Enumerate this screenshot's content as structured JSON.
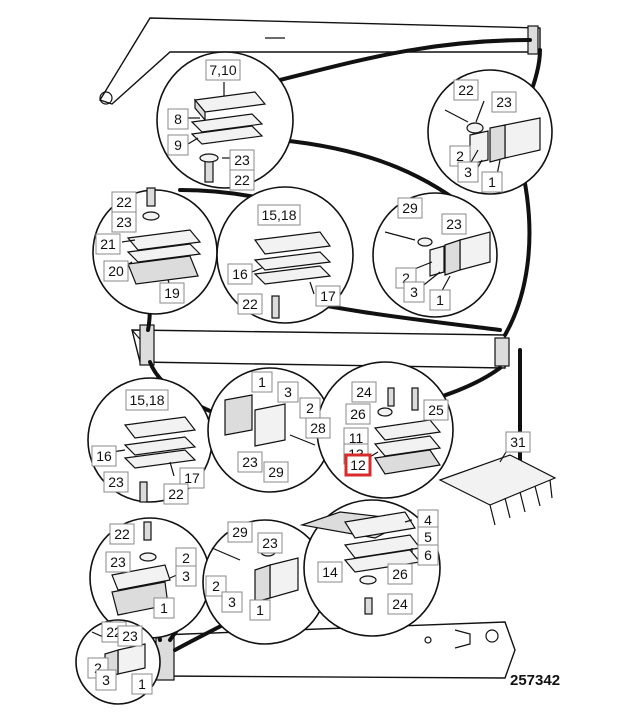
{
  "reference_code": "257342",
  "highlight_color": "#d92b2b",
  "callouts": [
    {
      "id": "c1",
      "text": "7,10"
    },
    {
      "id": "c2",
      "text": "8"
    },
    {
      "id": "c3",
      "text": "9"
    },
    {
      "id": "c4",
      "text": "23"
    },
    {
      "id": "c5",
      "text": "22"
    },
    {
      "id": "c6",
      "text": "22"
    },
    {
      "id": "c7",
      "text": "23"
    },
    {
      "id": "c8",
      "text": "2"
    },
    {
      "id": "c9",
      "text": "3"
    },
    {
      "id": "c10",
      "text": "1"
    },
    {
      "id": "c11",
      "text": "22"
    },
    {
      "id": "c12",
      "text": "23"
    },
    {
      "id": "c13",
      "text": "21"
    },
    {
      "id": "c14",
      "text": "20"
    },
    {
      "id": "c15",
      "text": "19"
    },
    {
      "id": "c16",
      "text": "15,18"
    },
    {
      "id": "c17",
      "text": "16"
    },
    {
      "id": "c18",
      "text": "22"
    },
    {
      "id": "c19",
      "text": "17"
    },
    {
      "id": "c20",
      "text": "29"
    },
    {
      "id": "c21",
      "text": "23"
    },
    {
      "id": "c22",
      "text": "2"
    },
    {
      "id": "c23",
      "text": "3"
    },
    {
      "id": "c24",
      "text": "1"
    },
    {
      "id": "c25",
      "text": "15,18"
    },
    {
      "id": "c26",
      "text": "16"
    },
    {
      "id": "c27",
      "text": "23"
    },
    {
      "id": "c28",
      "text": "17"
    },
    {
      "id": "c29",
      "text": "22"
    },
    {
      "id": "c30",
      "text": "1"
    },
    {
      "id": "c31",
      "text": "3"
    },
    {
      "id": "c32",
      "text": "2"
    },
    {
      "id": "c33",
      "text": "28"
    },
    {
      "id": "c34",
      "text": "23"
    },
    {
      "id": "c35",
      "text": "29"
    },
    {
      "id": "c36",
      "text": "24"
    },
    {
      "id": "c37",
      "text": "26"
    },
    {
      "id": "c38",
      "text": "25"
    },
    {
      "id": "c39",
      "text": "11"
    },
    {
      "id": "c40",
      "text": "13"
    },
    {
      "id": "c41",
      "text": "12"
    },
    {
      "id": "c42",
      "text": "31"
    },
    {
      "id": "c43",
      "text": "22"
    },
    {
      "id": "c44",
      "text": "23"
    },
    {
      "id": "c45",
      "text": "2"
    },
    {
      "id": "c46",
      "text": "3"
    },
    {
      "id": "c47",
      "text": "1"
    },
    {
      "id": "c48",
      "text": "29"
    },
    {
      "id": "c49",
      "text": "23"
    },
    {
      "id": "c50",
      "text": "2"
    },
    {
      "id": "c51",
      "text": "3"
    },
    {
      "id": "c52",
      "text": "1"
    },
    {
      "id": "c53",
      "text": "4"
    },
    {
      "id": "c54",
      "text": "5"
    },
    {
      "id": "c55",
      "text": "6"
    },
    {
      "id": "c56",
      "text": "14"
    },
    {
      "id": "c57",
      "text": "26"
    },
    {
      "id": "c58",
      "text": "24"
    },
    {
      "id": "c59",
      "text": "22"
    },
    {
      "id": "c60",
      "text": "23"
    },
    {
      "id": "c61",
      "text": "2"
    },
    {
      "id": "c62",
      "text": "3"
    },
    {
      "id": "c63",
      "text": "1"
    }
  ]
}
